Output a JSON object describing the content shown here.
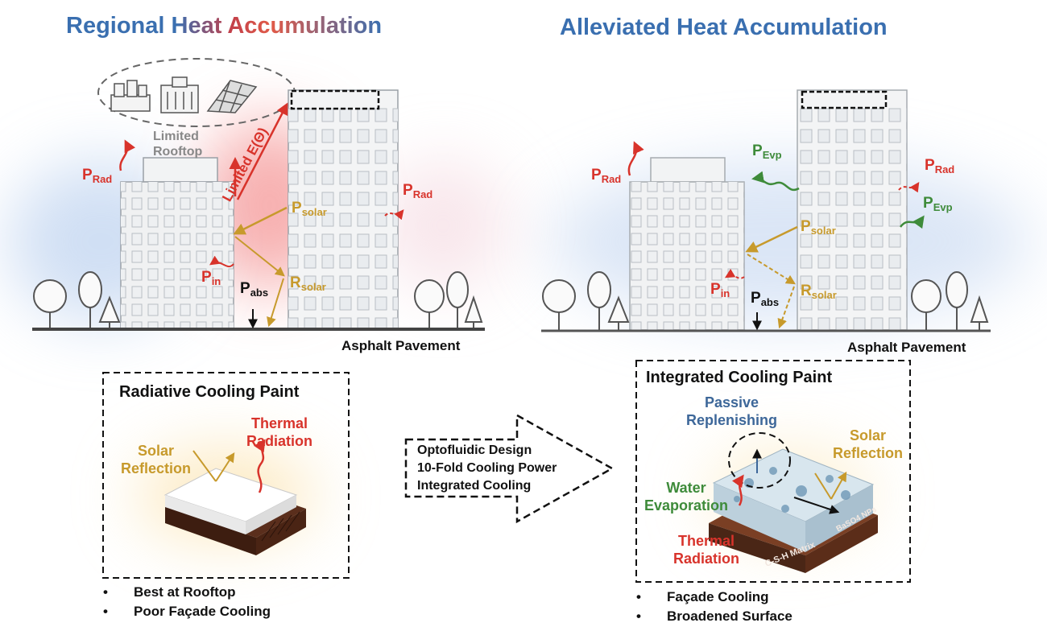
{
  "left_panel": {
    "title": "Regional Heat Accumulation",
    "rooftop_label_line1": "Limited",
    "rooftop_label_line2": "Rooftop",
    "limited_e": "Limited E(Θ)",
    "p_rad_left": {
      "base": "P",
      "sub": "Rad"
    },
    "p_rad_right": {
      "base": "P",
      "sub": "Rad"
    },
    "p_solar": {
      "base": "P",
      "sub": "solar"
    },
    "r_solar": {
      "base": "R",
      "sub": "solar"
    },
    "p_in": {
      "base": "P",
      "sub": "in"
    },
    "p_abs": {
      "base": "P",
      "sub": "abs"
    },
    "ground_label": "Asphalt Pavement"
  },
  "right_panel": {
    "title": "Alleviated Heat Accumulation",
    "p_rad_left": {
      "base": "P",
      "sub": "Rad"
    },
    "p_evp_top": {
      "base": "P",
      "sub": "Evp"
    },
    "p_rad_right": {
      "base": "P",
      "sub": "Rad"
    },
    "p_evp_right": {
      "base": "P",
      "sub": "Evp"
    },
    "p_solar": {
      "base": "P",
      "sub": "solar"
    },
    "r_solar": {
      "base": "R",
      "sub": "solar"
    },
    "p_in": {
      "base": "P",
      "sub": "in"
    },
    "p_abs": {
      "base": "P",
      "sub": "abs"
    },
    "ground_label": "Asphalt Pavement"
  },
  "left_box": {
    "title": "Radiative Cooling Paint",
    "solar_reflection": [
      "Solar",
      "Reflection"
    ],
    "thermal_radiation": [
      "Thermal",
      "Radiation"
    ],
    "bullets": [
      "Best at Rooftop",
      "Poor Façade Cooling"
    ]
  },
  "center_arrow": {
    "lines": [
      "Optofluidic Design",
      "10-Fold Cooling Power",
      "Integrated Cooling"
    ]
  },
  "right_box": {
    "title": "Integrated Cooling Paint",
    "passive": [
      "Passive",
      "Replenishing"
    ],
    "solar_reflection": [
      "Solar",
      "Reflection"
    ],
    "water_evaporation": [
      "Water",
      "Evaporation"
    ],
    "thermal_radiation": [
      "Thermal",
      "Radiation"
    ],
    "matrix_label": "C-S-H Matrix",
    "np_label": "BaSO4 NPs",
    "bullets": [
      "Façade Cooling",
      "Broadened Surface"
    ]
  },
  "colors": {
    "red": "#d8332b",
    "gold": "#c79a2c",
    "green": "#3e8b3a",
    "blue": "#3a6fb0"
  }
}
